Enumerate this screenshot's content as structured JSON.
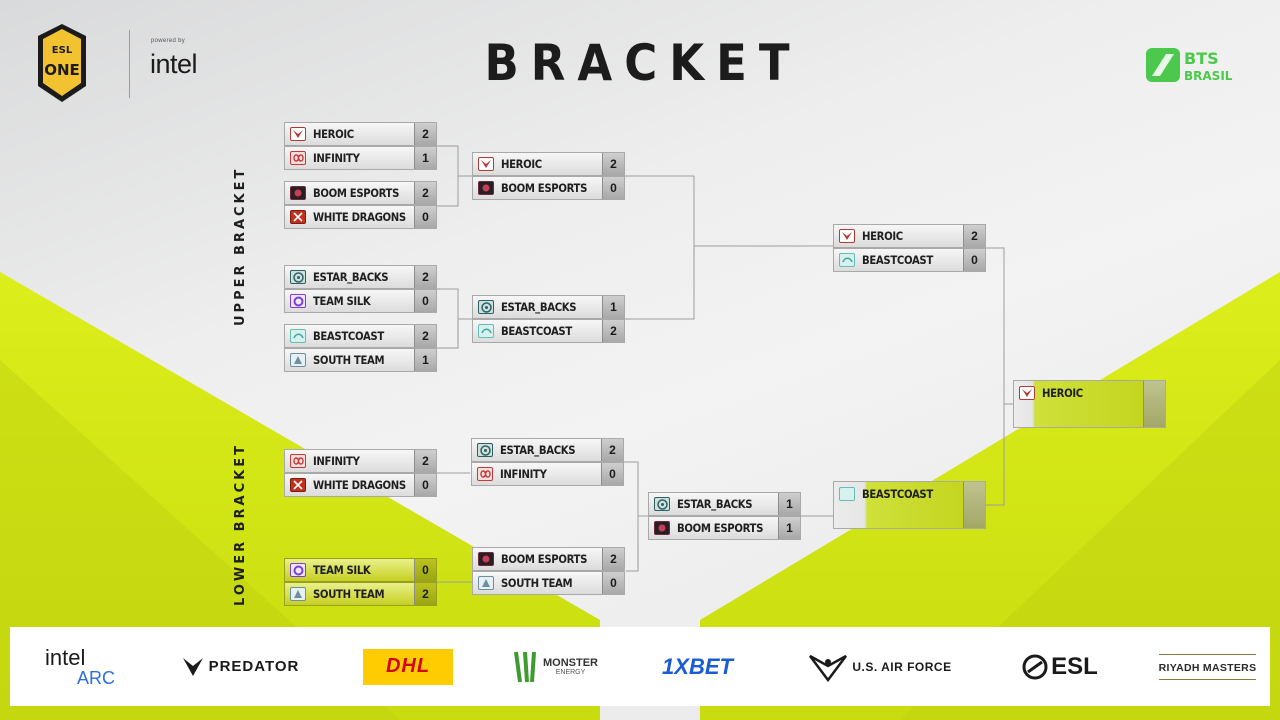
{
  "header": {
    "title": "BRACKET",
    "powered_by": "powered by",
    "partner": "intel",
    "esl_top": "ESL",
    "esl_bottom": "ONE",
    "bts_top": "BTS",
    "bts_bottom": "BRASIL"
  },
  "labels": {
    "upper": "UPPER BRACKET",
    "lower": "LOWER BRACKET"
  },
  "colors": {
    "accent_yellow": "#d8ec1c",
    "bts_green": "#4cc94c",
    "esl_yellow": "#f2c230"
  },
  "upper": {
    "qf1": [
      {
        "team": "HEROIC",
        "score": "2"
      },
      {
        "team": "INFINITY",
        "score": "1"
      }
    ],
    "qf2": [
      {
        "team": "BOOM ESPORTS",
        "score": "2"
      },
      {
        "team": "WHITE DRAGONS",
        "score": "0"
      }
    ],
    "qf3": [
      {
        "team": "ESTAR_BACKS",
        "score": "2"
      },
      {
        "team": "TEAM SILK",
        "score": "0"
      }
    ],
    "qf4": [
      {
        "team": "BEASTCOAST",
        "score": "2"
      },
      {
        "team": "SOUTH TEAM",
        "score": "1"
      }
    ],
    "sf1": [
      {
        "team": "HEROIC",
        "score": "2"
      },
      {
        "team": "BOOM ESPORTS",
        "score": "0"
      }
    ],
    "sf2": [
      {
        "team": "ESTAR_BACKS",
        "score": "1"
      },
      {
        "team": "BEASTCOAST",
        "score": "2"
      }
    ],
    "final": [
      {
        "team": "HEROIC",
        "score": "2"
      },
      {
        "team": "BEASTCOAST",
        "score": "0"
      }
    ]
  },
  "lower": {
    "r1a": [
      {
        "team": "INFINITY",
        "score": "2"
      },
      {
        "team": "WHITE DRAGONS",
        "score": "0"
      }
    ],
    "r1b": [
      {
        "team": "TEAM SILK",
        "score": "0"
      },
      {
        "team": "SOUTH TEAM",
        "score": "2"
      }
    ],
    "r2a": [
      {
        "team": "ESTAR_BACKS",
        "score": "2"
      },
      {
        "team": "INFINITY",
        "score": "0"
      }
    ],
    "r2b": [
      {
        "team": "BOOM ESPORTS",
        "score": "2"
      },
      {
        "team": "SOUTH TEAM",
        "score": "0"
      }
    ],
    "r3": [
      {
        "team": "ESTAR_BACKS",
        "score": "1"
      },
      {
        "team": "BOOM ESPORTS",
        "score": "1"
      }
    ],
    "final": {
      "team": "BEASTCOAST",
      "score": ""
    }
  },
  "grand_final": {
    "team": "HEROIC",
    "score": ""
  },
  "sponsors": {
    "intel_arc_top": "intel",
    "intel_arc_bottom": "ARC",
    "predator": "PREDATOR",
    "dhl": "DHL",
    "monster": "MONSTER",
    "monster_sub": "ENERGY",
    "onexbet": "1XBET",
    "airforce": "U.S. AIR FORCE",
    "esl": "ESL",
    "riyadh": "RIYADH MASTERS"
  }
}
